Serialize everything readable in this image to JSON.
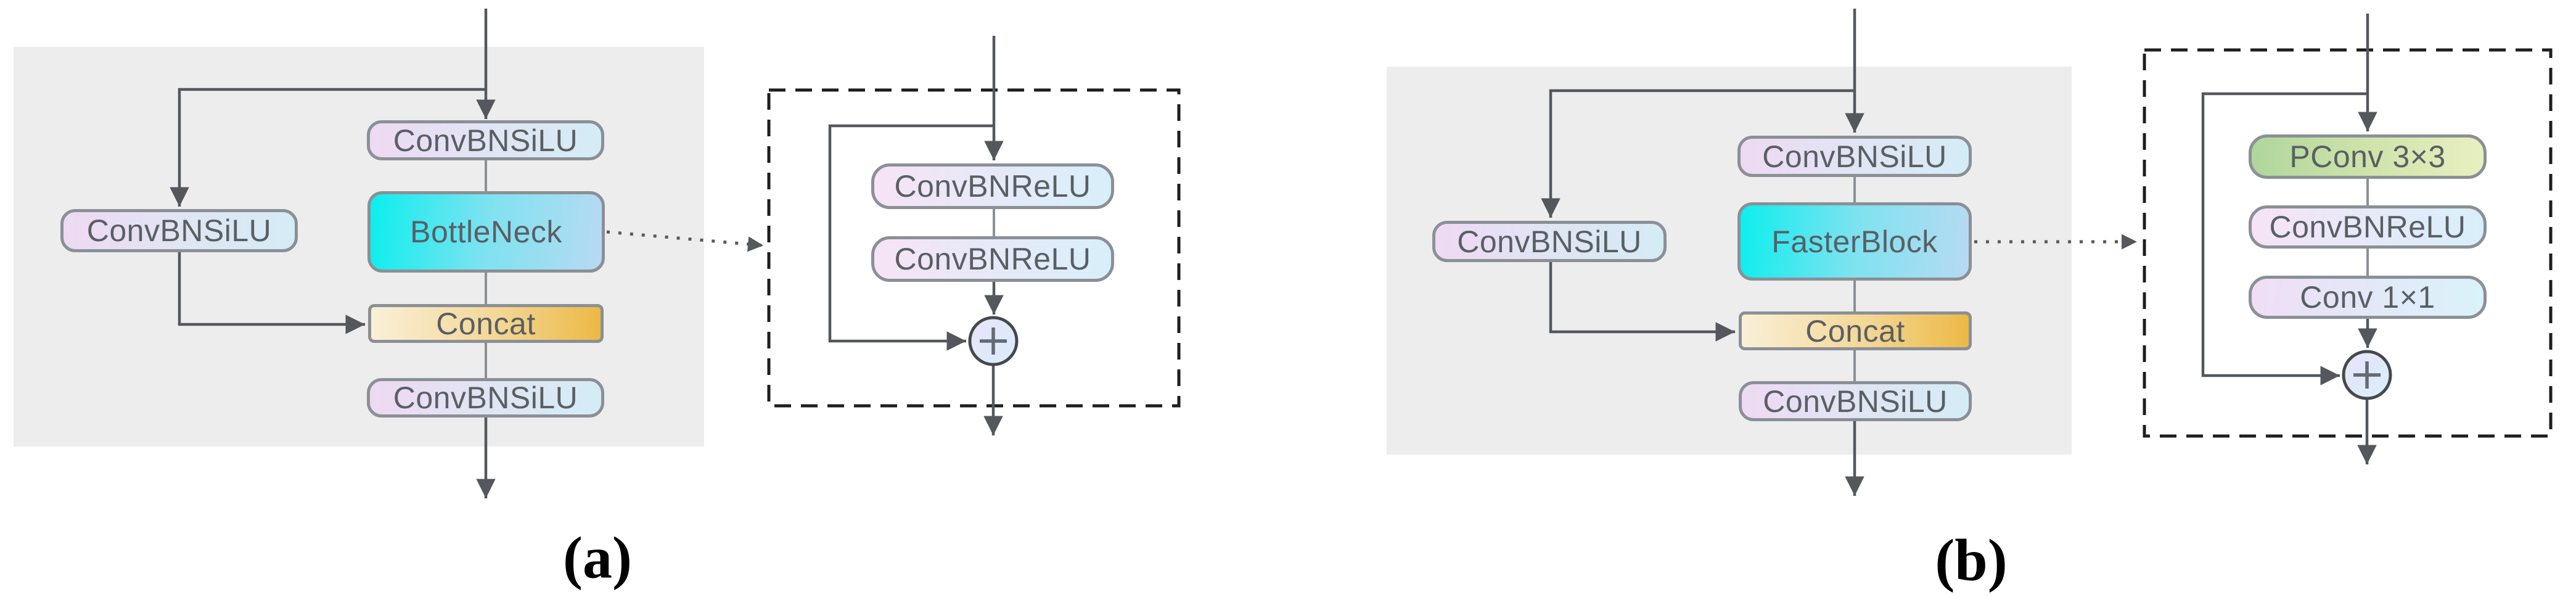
{
  "figure": {
    "panels": [
      {
        "caption": "(a)",
        "blocks": {
          "top": "ConvBNSiLU",
          "left": "ConvBNSiLU",
          "core": "BottleNeck",
          "merge": "Concat",
          "bottom": "ConvBNSiLU"
        },
        "detail": {
          "boxes": [
            "ConvBNReLU",
            "ConvBNReLU"
          ],
          "add_symbol": "+"
        }
      },
      {
        "caption": "(b)",
        "blocks": {
          "top": "ConvBNSiLU",
          "left": "ConvBNSiLU",
          "core": "FasterBlock",
          "merge": "Concat",
          "bottom": "ConvBNSiLU"
        },
        "detail": {
          "boxes": [
            "PConv 3×3",
            "ConvBNReLU",
            "Conv 1×1"
          ],
          "add_symbol": "+"
        }
      }
    ],
    "colors": {
      "panel_bg": "#ededee",
      "box_border": "#8b9096",
      "wire": "#54585c",
      "dashed_border": "#1e1e1e",
      "silu_gradient": [
        "#eed9f3",
        "#d4ecf5"
      ],
      "core_gradient": [
        "#0ceeee",
        "#b7daf2"
      ],
      "concat_gradient": [
        "#f9efd8",
        "#ecb945"
      ],
      "relu_gradient": [
        "#f6e3f6",
        "#d8effa"
      ],
      "pconv_gradient": [
        "#afd69b",
        "#e9f0c0"
      ],
      "conv1x1_gradient": [
        "#f0def5",
        "#daf2fa"
      ],
      "plus_fill": [
        "#e9e3f8",
        "#d8eefb"
      ],
      "caption_color": "#000000"
    }
  }
}
